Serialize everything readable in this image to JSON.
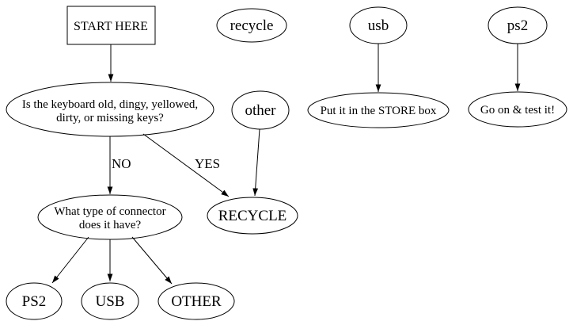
{
  "colors": {
    "background": "#ffffff",
    "stroke": "#000000",
    "text": "#000000"
  },
  "nodes": {
    "start": {
      "label": "START HERE",
      "shape": "box"
    },
    "recycle_ref": {
      "label": "recycle",
      "shape": "ellipse"
    },
    "usb_ref": {
      "label": "usb",
      "shape": "ellipse"
    },
    "ps2_ref": {
      "label": "ps2",
      "shape": "ellipse"
    },
    "question": {
      "label_line1": "Is the keyboard old, dingy, yellowed,",
      "label_line2": "dirty, or missing keys?",
      "shape": "ellipse"
    },
    "other_ref": {
      "label": "other",
      "shape": "ellipse"
    },
    "store": {
      "label": "Put it in the STORE box",
      "shape": "ellipse"
    },
    "test": {
      "label": "Go on & test it!",
      "shape": "ellipse"
    },
    "connector": {
      "label_line1": "What type of connector",
      "label_line2": "does it have?",
      "shape": "ellipse"
    },
    "recycle_action": {
      "label": "RECYCLE",
      "shape": "ellipse"
    },
    "ps2_result": {
      "label": "PS2",
      "shape": "ellipse"
    },
    "usb_result": {
      "label": "USB",
      "shape": "ellipse"
    },
    "other_result": {
      "label": "OTHER",
      "shape": "ellipse"
    }
  },
  "edge_labels": {
    "no": "NO",
    "yes": "YES"
  }
}
